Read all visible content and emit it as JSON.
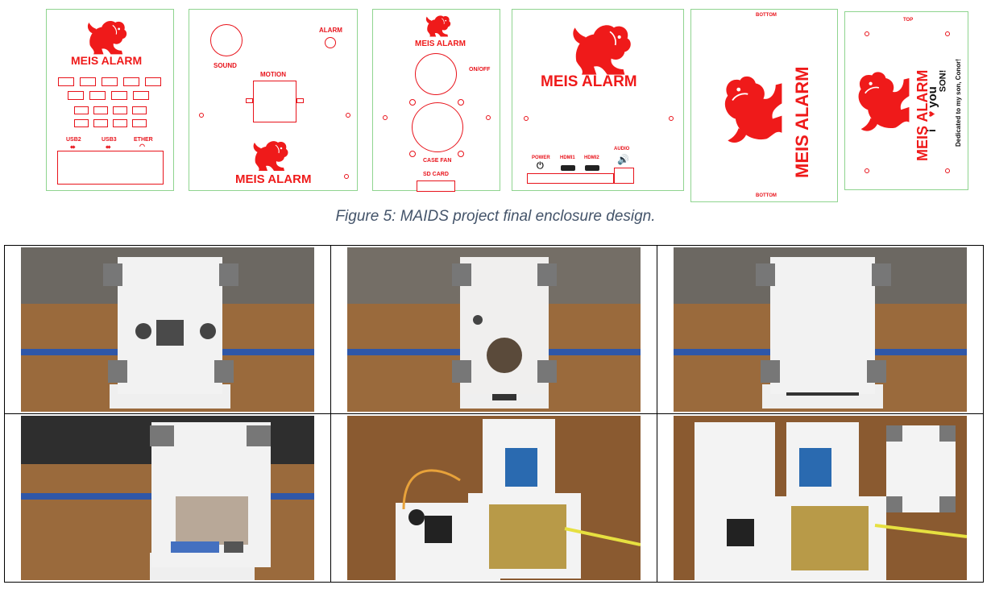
{
  "panels": {
    "p1": {
      "brand": "MEIS ALARM",
      "ports": [
        "USB2",
        "USB3",
        "ETHER"
      ]
    },
    "p2": {
      "sound": "SOUND",
      "alarm": "ALARM",
      "motion": "MOTION",
      "brand": "MEIS ALARM"
    },
    "p3": {
      "brand": "MEIS ALARM",
      "onoff": "ON/OFF",
      "fan": "CASE FAN",
      "sd": "SD CARD"
    },
    "p4": {
      "brand": "MEIS ALARM",
      "ports": [
        "POWER",
        "HDMI1",
        "HDMI2"
      ],
      "audio": "AUDIO"
    },
    "p5": {
      "top": "BOTTOM",
      "bottom": "BOTTOM",
      "brand": "MEIS ALARM"
    },
    "p6": {
      "top": "TOP",
      "brand": "MEIS ALARM",
      "i": "i",
      "you": "you",
      "son": "SON!",
      "dedication": "Dedicated to my son, Conor!"
    }
  },
  "caption": "Figure 5: MAIDS project final enclosure design.",
  "photos": [
    "assembled-enclosure-front",
    "assembled-enclosure-fan-side",
    "assembled-enclosure-blank-side",
    "assembled-enclosure-port-side",
    "open-enclosure-electronics",
    "open-enclosure-with-panels"
  ],
  "colors": {
    "accent": "#e8131b",
    "outline": "#8fd48f",
    "caption": "#44546a"
  }
}
